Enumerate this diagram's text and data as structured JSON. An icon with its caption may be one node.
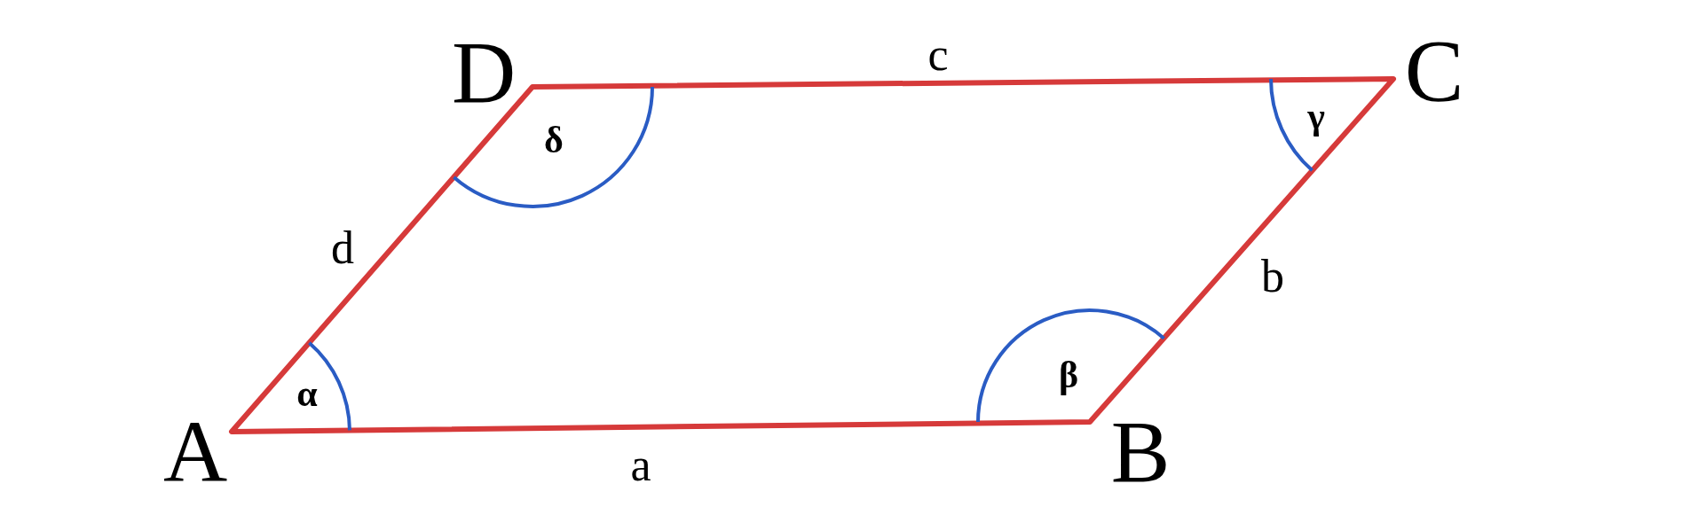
{
  "diagram": {
    "labels": [
      "D",
      "c",
      "C",
      "δ",
      "γ",
      "d",
      "b",
      "β",
      "α",
      "A",
      "a",
      "B"
    ]
  }
}
